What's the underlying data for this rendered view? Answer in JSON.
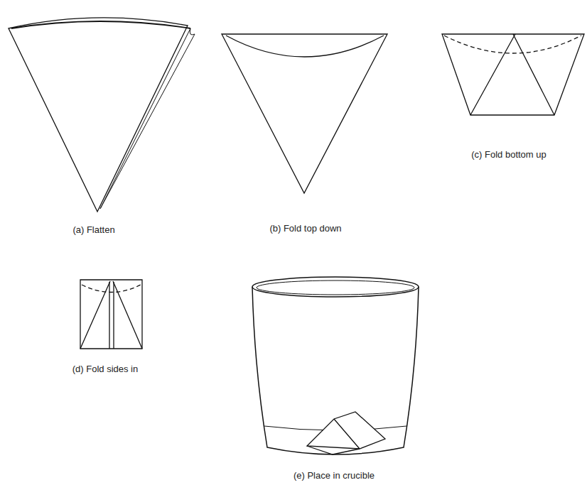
{
  "diagram": {
    "labels": [
      "(a) Flatten",
      "(b) Fold top down",
      "(c) Fold bottom up",
      "(d) Fold sides in",
      "(e) Place in crucible"
    ]
  }
}
